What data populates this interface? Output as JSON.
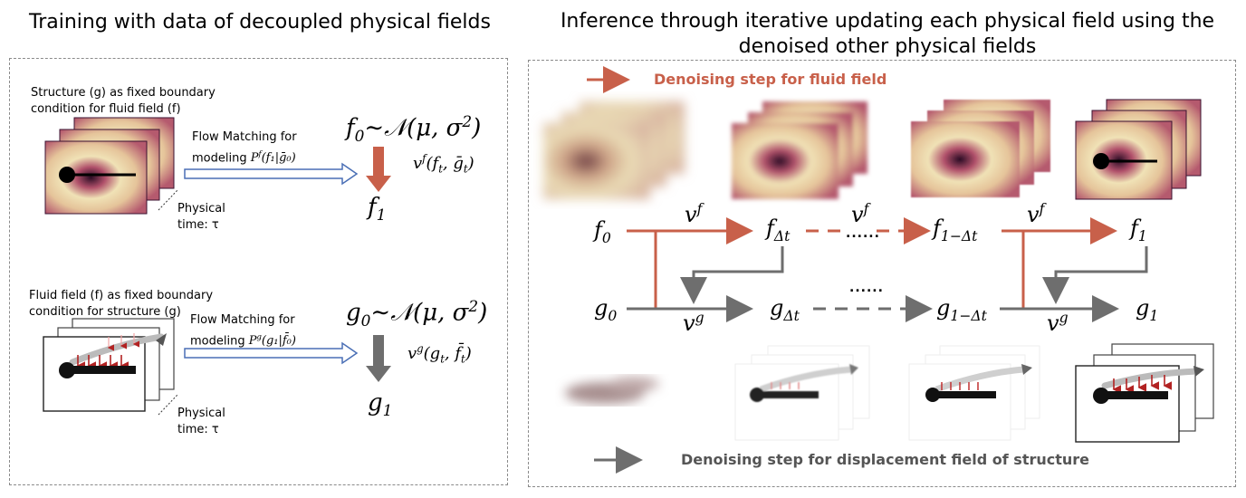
{
  "titles": {
    "left": "Training with data of decoupled physical fields",
    "right_line1": "Inference through iterative updating each physical field using the",
    "right_line2": "denoised other physical fields"
  },
  "left_panel": {
    "fluid_caption_line1": "Structure (g) as fixed boundary",
    "fluid_caption_line2": "condition for fluid field (f)",
    "struct_caption_line1": "Fluid field (f) as fixed boundary",
    "struct_caption_line2": "condition for  structure (g)",
    "fm_fluid_line1": "Flow Matching for",
    "fm_fluid_line2": "modeling",
    "fm_fluid_math": "P",
    "fm_fluid_sup": "f",
    "fm_fluid_args": "(f₁|ḡ₀)",
    "fm_struct_line1": "Flow Matching for",
    "fm_struct_line2": "modeling",
    "fm_struct_math": "P",
    "fm_struct_sup": "g",
    "fm_struct_args": "(g₁|f̄₀)",
    "phys_time_1a": "Physical",
    "phys_time_1b": "time: τ",
    "phys_time_2a": "Physical",
    "phys_time_2b": "time: τ",
    "f0_eq": "f",
    "f0_sub": "0",
    "f0_rest": "∼𝒩(μ, σ",
    "f0_sup": "2",
    "f0_close": ")",
    "vf_eq": "v",
    "vf_sup": "f",
    "vf_args": "(f",
    "vf_t": "t",
    "vf_mid": ", ḡ",
    "vf_t2": "t",
    "vf_close": ")",
    "f1": "f",
    "f1_sub": "1",
    "g0_eq": "g",
    "g0_sub": "0",
    "g0_rest": "∼𝒩(μ, σ",
    "g0_sup": "2",
    "g0_close": ")",
    "vg_eq": "v",
    "vg_sup": "g",
    "vg_args": "(g",
    "vg_t": "t",
    "vg_mid": ", f̄",
    "vg_t2": "t",
    "vg_close": ")",
    "g1": "g",
    "g1_sub": "1"
  },
  "right_panel": {
    "legend_fluid": "Denoising step for fluid field",
    "legend_struct": "Denoising step for displacement field of structure",
    "f_nodes": [
      {
        "base": "f",
        "sub": "0"
      },
      {
        "base": "f",
        "sub": "Δt"
      },
      {
        "base": "f",
        "sub": "1−Δt"
      },
      {
        "base": "f",
        "sub": "1"
      }
    ],
    "g_nodes": [
      {
        "base": "g",
        "sub": "0"
      },
      {
        "base": "g",
        "sub": "Δt"
      },
      {
        "base": "g",
        "sub": "1−Δt"
      },
      {
        "base": "g",
        "sub": "1"
      }
    ],
    "vf_labels": [
      {
        "base": "v",
        "sup": "f"
      },
      {
        "base": "v",
        "sup": "f"
      },
      {
        "base": "v",
        "sup": "f"
      }
    ],
    "vg_labels": [
      {
        "base": "v",
        "sup": "g"
      },
      {
        "base": "v",
        "sup": "g"
      }
    ],
    "ellipsis_top": "......",
    "ellipsis_bottom": "......"
  },
  "colors": {
    "red_arrow": "#c8604a",
    "gray_arrow": "#6e6e6e",
    "blue_arrow": "#4a6fb5",
    "field_dark": "#3a1230",
    "field_mid": "#c2607a",
    "field_light": "#efe0b0"
  }
}
